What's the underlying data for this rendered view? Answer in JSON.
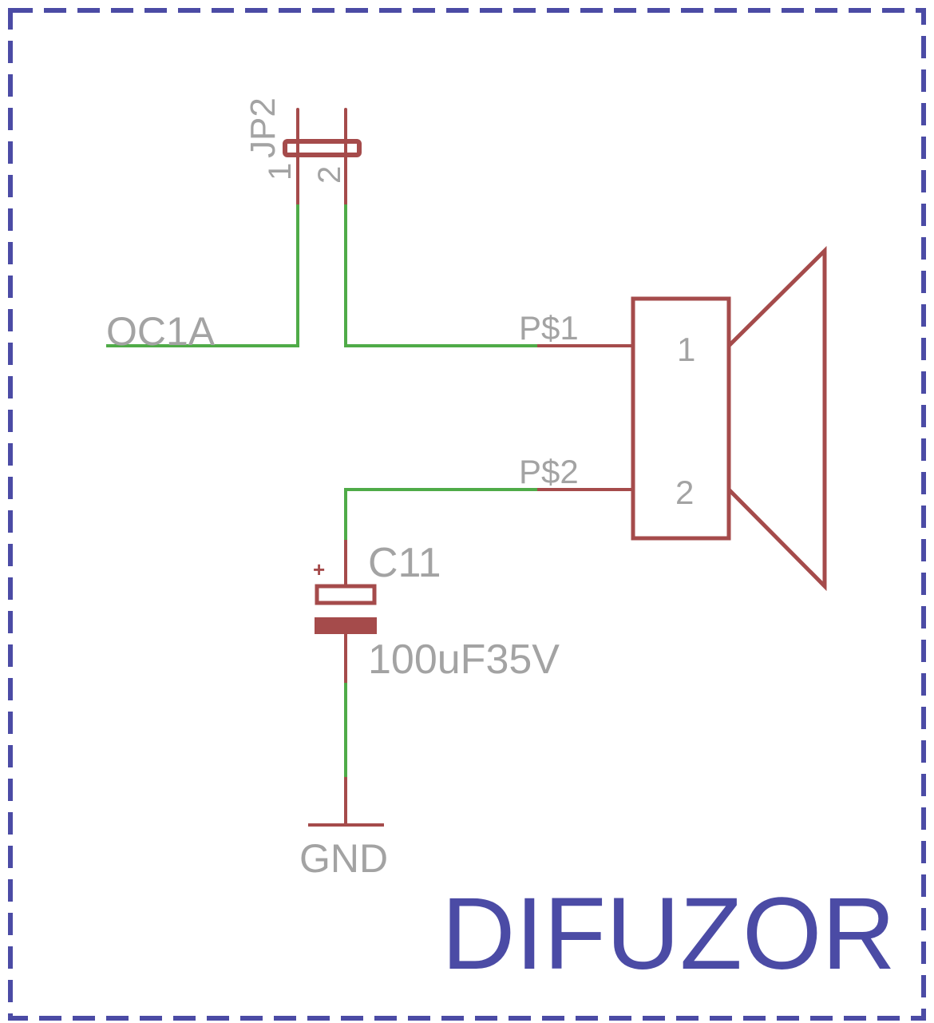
{
  "title": "DIFUZOR",
  "labels": {
    "jumper_name": "JP2",
    "jumper_pin1": "1",
    "jumper_pin2": "2",
    "net_input": "OC1A",
    "speaker_pad1": "P$1",
    "speaker_pad2": "P$2",
    "speaker_pin1": "1",
    "speaker_pin2": "2",
    "cap_name": "C11",
    "cap_value": "100uF35V",
    "cap_polarity": "+",
    "ground": "GND"
  },
  "colors": {
    "symbol": "#a54b4b",
    "wire": "#4fab48",
    "text": "#a3a3a3",
    "frame": "#4b4ba5"
  }
}
